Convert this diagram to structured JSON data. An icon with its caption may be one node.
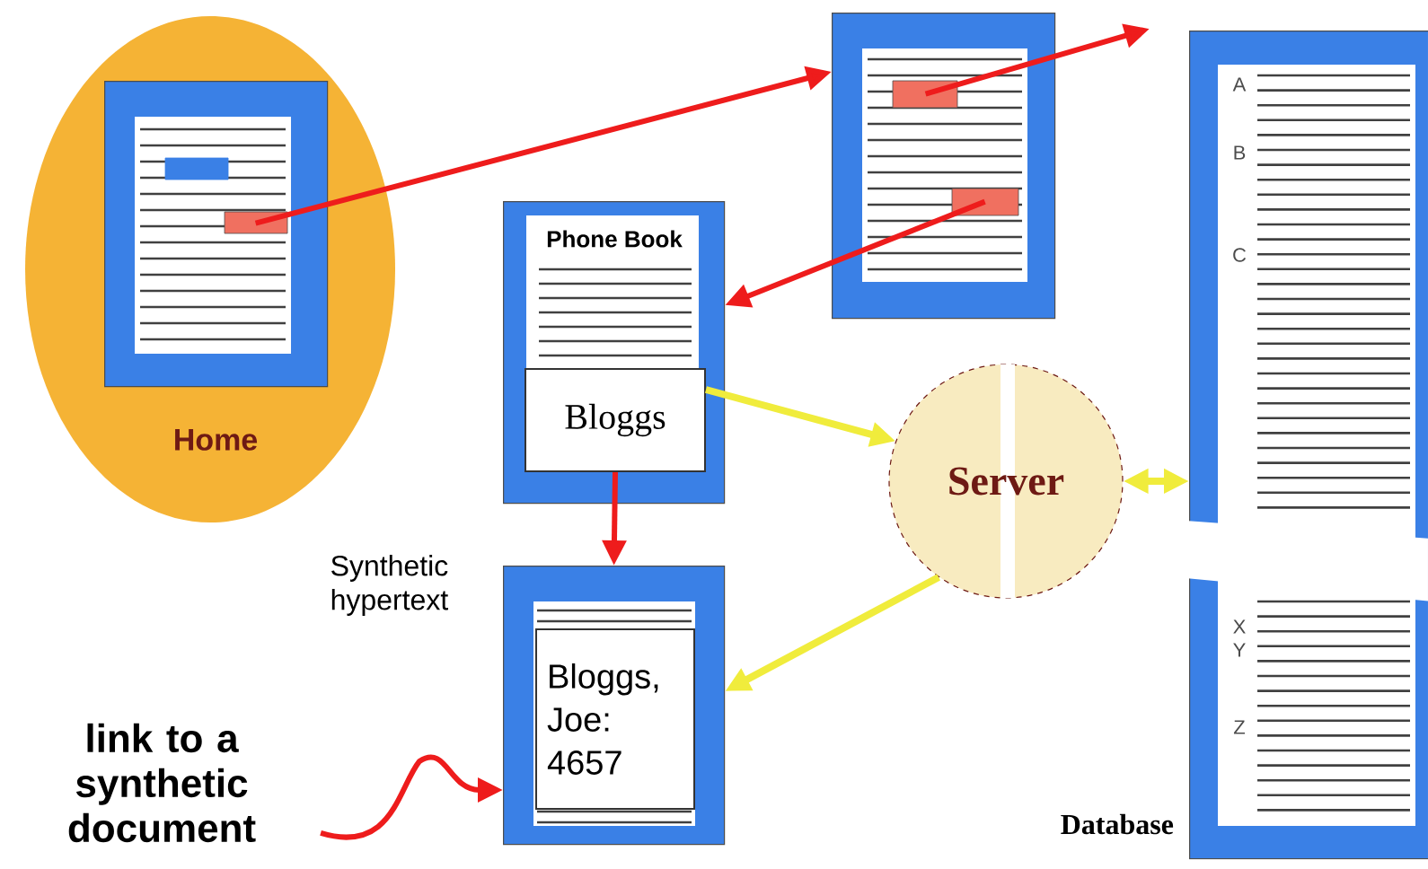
{
  "diagram": {
    "nodes": [
      {
        "text": [
          "Home"
        ]
      },
      {
        "text": [],
        "shape": "box",
        "in": 0
      },
      {
        "text": [],
        "shape": "box"
      },
      {
        "text": [
          "Phone Book"
        ]
      },
      {
        "text": [
          "Bloggs"
        ],
        "in": 3
      },
      {
        "text": [
          "Server"
        ]
      },
      {
        "text": [
          "Database"
        ]
      },
      {
        "text": [
          "Synthetic hypertext"
        ]
      },
      {
        "text": [
          "Bloggs, Joe: 4657"
        ],
        "in": 7
      },
      {
        "text": [
          "link to a synthetic document"
        ]
      }
    ],
    "edges": [
      {
        "from": 1,
        "to": 2,
        "arrow": "to"
      },
      {
        "from": 2,
        "to": null,
        "arrow": "to"
      },
      {
        "from": 2,
        "to": 3,
        "arrow": "to"
      },
      {
        "from": 4,
        "to": 5,
        "arrow": "to",
        "color": "#f0ec3c"
      },
      {
        "from": 5,
        "to": 6,
        "arrow": "both",
        "color": "#f0ec3c"
      },
      {
        "from": 5,
        "to": 7,
        "arrow": "to",
        "color": "#f0ec3c"
      },
      {
        "from": 4,
        "to": 7,
        "arrow": "to"
      },
      {
        "from": 9,
        "to": 7,
        "arrow": "to"
      }
    ],
    "labels": [
      "A",
      "B",
      "C",
      "X",
      "Y",
      "Z"
    ]
  }
}
